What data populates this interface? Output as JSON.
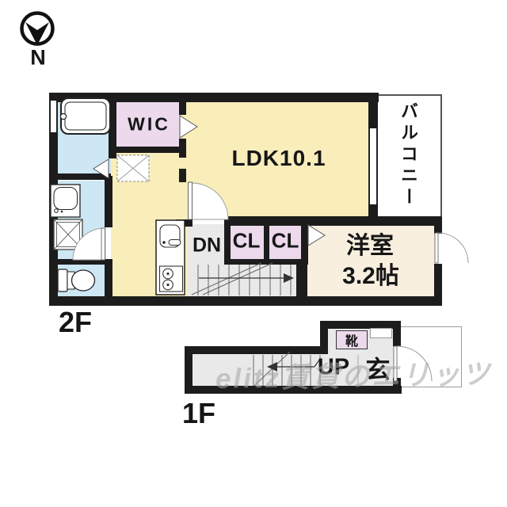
{
  "compass": {
    "label": "N"
  },
  "floor_2f": {
    "name": "2F",
    "rooms": {
      "ldk": "LDK10.1",
      "wic": "WIC",
      "balcony": "バルコニー",
      "western_room_line1": "洋室",
      "western_room_line2": "3.2帖",
      "closet_left": "CL",
      "closet_right": "CL",
      "stairs": "DN"
    }
  },
  "floor_1f": {
    "name": "1F",
    "rooms": {
      "stairs": "UP",
      "entrance": "玄",
      "shoe_cabinet": "靴"
    }
  },
  "watermark": "elitz賃貸のエリッツ",
  "colors": {
    "wall": "#1c1c1c",
    "floor-yellow": "#f9edba",
    "floor-blue": "#cde7f4",
    "floor-pink": "#ecd9ec",
    "floor-cream": "#f8efdf",
    "floor-gray": "#e9e9e9",
    "line": "#444444",
    "watermark": "#a5a5a5"
  }
}
